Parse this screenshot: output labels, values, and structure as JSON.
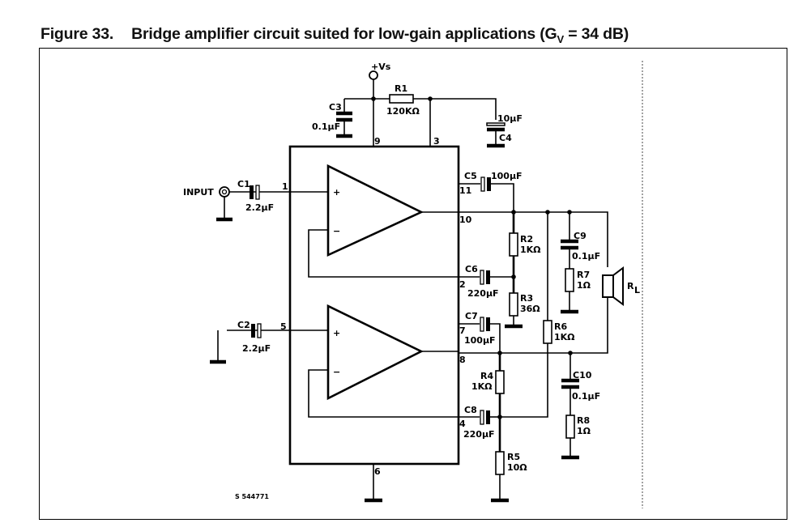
{
  "figure": {
    "number": "Figure 33.",
    "title_main": "Bridge amplifier circuit suited for low-gain applications (G",
    "title_sub": "V",
    "title_end": " = 34 dB)"
  },
  "supply": {
    "label": "+Vs"
  },
  "input": {
    "label": "INPUT"
  },
  "ic_pins": [
    "1",
    "2",
    "3",
    "4",
    "5",
    "6",
    "7",
    "8",
    "9",
    "10",
    "11"
  ],
  "amplifiers": [
    {
      "name": "upper",
      "plus": "+",
      "minus": "−"
    },
    {
      "name": "lower",
      "plus": "+",
      "minus": "−"
    }
  ],
  "components": {
    "C1": {
      "ref": "C1",
      "value": "2.2µF"
    },
    "C2": {
      "ref": "C2",
      "value": "2.2µF"
    },
    "C3": {
      "ref": "C3",
      "value": "0.1µF"
    },
    "C4": {
      "ref": "C4",
      "value": "10µF"
    },
    "C5": {
      "ref": "C5",
      "value": "100µF"
    },
    "C6": {
      "ref": "C6",
      "value": "220µF"
    },
    "C7": {
      "ref": "C7",
      "value": "100µF"
    },
    "C8": {
      "ref": "C8",
      "value": "220µF"
    },
    "C9": {
      "ref": "C9",
      "value": "0.1µF"
    },
    "C10": {
      "ref": "C10",
      "value": "0.1µF"
    },
    "R1": {
      "ref": "R1",
      "value": "120KΩ"
    },
    "R2": {
      "ref": "R2",
      "value": "1KΩ"
    },
    "R3": {
      "ref": "R3",
      "value": "36Ω"
    },
    "R4": {
      "ref": "R4",
      "value": "1KΩ"
    },
    "R5": {
      "ref": "R5",
      "value": "10Ω"
    },
    "R6": {
      "ref": "R6",
      "value": "1KΩ"
    },
    "R7": {
      "ref": "R7",
      "value": "1Ω"
    },
    "R8": {
      "ref": "R8",
      "value": "1Ω"
    },
    "RL": {
      "ref": "R",
      "sub": "L"
    }
  },
  "drawing_code": "S 544771"
}
